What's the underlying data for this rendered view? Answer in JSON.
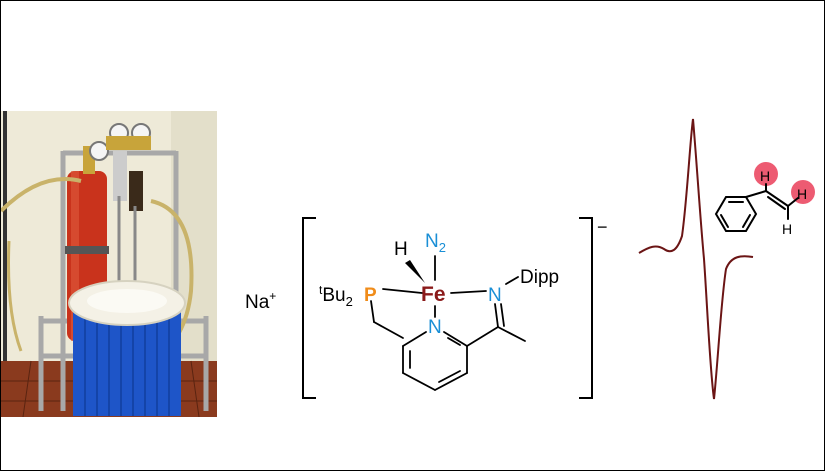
{
  "counterion": {
    "symbol": "Na",
    "charge": "+"
  },
  "complex": {
    "overall_charge": "−",
    "metal": "Fe",
    "hydride": "H",
    "dinitrogen": {
      "base": "N",
      "sub": "2"
    },
    "pyridine_n": "N",
    "phosphine": {
      "prefix": "t",
      "base": "Bu",
      "sub": "2",
      "atom": "P"
    },
    "imine_n": "N",
    "imine_substituent": "Dipp"
  },
  "styrene": {
    "h_labels": [
      "H",
      "H",
      "H"
    ]
  },
  "colors": {
    "iron": "#8b1a1a",
    "nitrogen": "#1a8fd6",
    "phosphorus": "#f08c1a",
    "epr_trace": "#6b1515",
    "highlight": "#e8324f"
  }
}
